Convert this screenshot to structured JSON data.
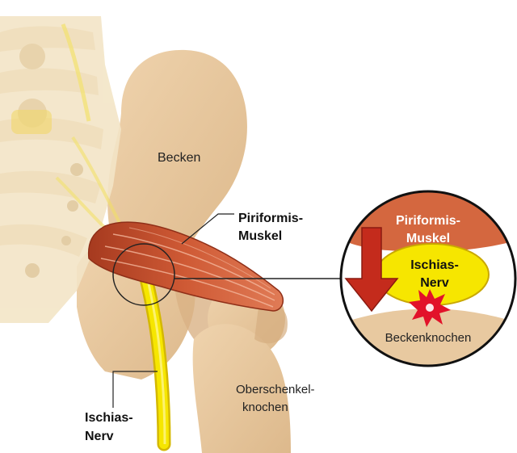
{
  "labels": {
    "pelvis": "Becken",
    "piriformis_line1": "Piriformis-",
    "piriformis_line2": "Muskel",
    "sciatic_line1": "Ischias-",
    "sciatic_line2": "Nerv",
    "femur_line1": "Oberschenkel-",
    "femur_line2": "knochen"
  },
  "inset": {
    "muscle_line1": "Piriformis-",
    "muscle_line2": "Muskel",
    "nerve_line1": "Ischias-",
    "nerve_line2": "Nerv",
    "bone": "Beckenknochen"
  },
  "colors": {
    "bone": "#e8c9a0",
    "bone_shadow": "#d8b487",
    "spine": "#f6ead1",
    "muscle": "#c6502d",
    "muscle_light": "#d86f4a",
    "nerve": "#f3e200",
    "nerve_edge": "#d4b800",
    "arrow": "#c42b1c",
    "burst": "#e2122a"
  }
}
